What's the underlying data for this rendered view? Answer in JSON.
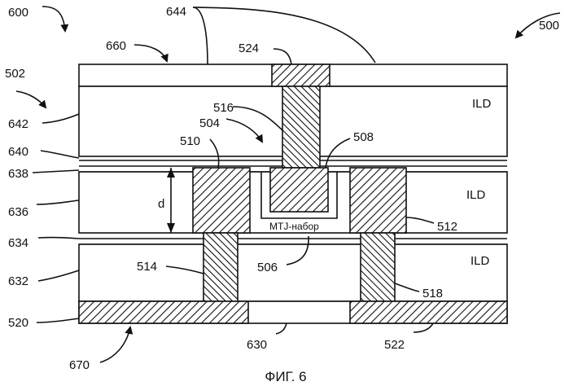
{
  "labels": {
    "l600": "600",
    "l500": "500",
    "l644": "644",
    "l660": "660",
    "l524": "524",
    "l502": "502",
    "l516": "516",
    "l504": "504",
    "l642": "642",
    "l510": "510",
    "l508": "508",
    "l640": "640",
    "l638": "638",
    "l636": "636",
    "l634": "634",
    "l632": "632",
    "l514": "514",
    "l506": "506",
    "l512": "512",
    "l518": "518",
    "l520": "520",
    "l670": "670",
    "l630": "630",
    "l522": "522",
    "ild_top": "ILD",
    "ild_mid": "ILD",
    "ild_bot": "ILD",
    "d": "d",
    "mtj": "MTJ-набор"
  },
  "caption": "ФИГ. 6"
}
